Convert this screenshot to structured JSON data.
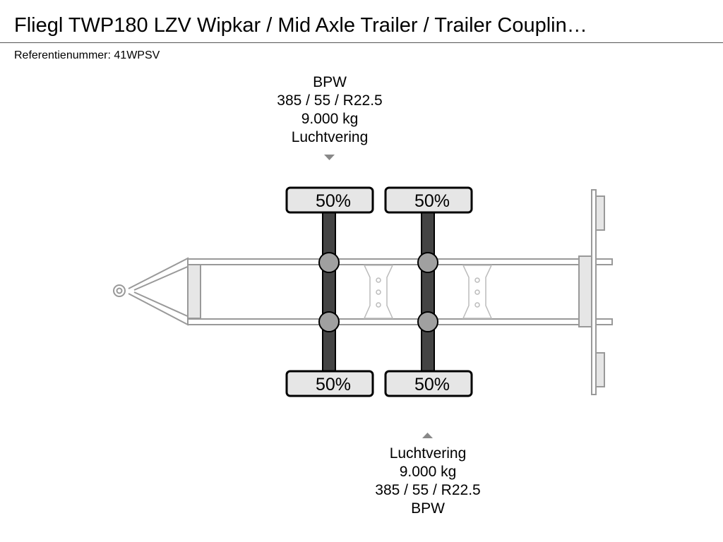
{
  "header": {
    "title": "Fliegl TWP180 LZV Wipkar / Mid Axle Trailer / Trailer Couplin…",
    "reference": "Referentienummer: 41WPSV"
  },
  "axles": [
    {
      "brand": "BPW",
      "tyre_size": "385 / 55 / R22.5",
      "load": "9.000 kg",
      "suspension": "Luchtvering",
      "top_wheel_pct": "50%",
      "bottom_wheel_pct": "50%"
    },
    {
      "brand": "BPW",
      "tyre_size": "385 / 55 / R22.5",
      "load": "9.000 kg",
      "suspension": "Luchtvering",
      "top_wheel_pct": "50%",
      "bottom_wheel_pct": "50%"
    }
  ],
  "colors": {
    "frame_stroke": "#999999",
    "frame_fill": "#e6e6e6",
    "axle_fill": "#444444",
    "hub_fill": "#a0a0a0",
    "wheel_fill": "#e6e6e6",
    "marker_fill": "#888888"
  }
}
